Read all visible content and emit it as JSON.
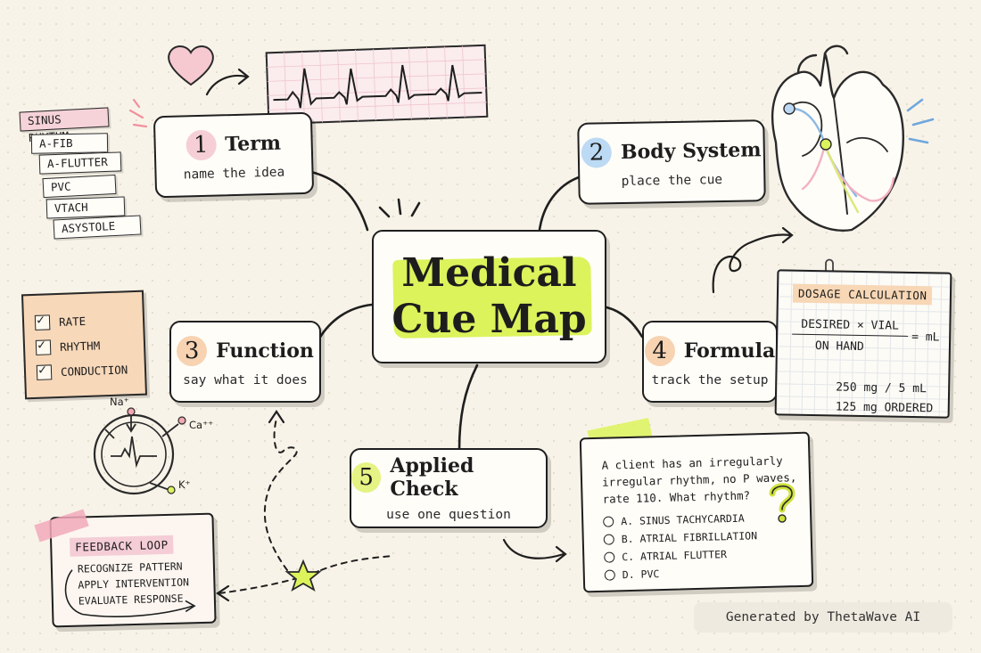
{
  "map": {
    "center_title_line1": "Medical",
    "center_title_line2": "Cue Map",
    "nodes": [
      {
        "num": "1",
        "title": "Term",
        "sub": "name the idea",
        "badge_color": "#f6cfd6"
      },
      {
        "num": "2",
        "title": "Body System",
        "sub": "place the cue",
        "badge_color": "#bcdaf4"
      },
      {
        "num": "3",
        "title": "Function",
        "sub": "say what it does",
        "badge_color": "#f7d3b2"
      },
      {
        "num": "4",
        "title": "Formula",
        "sub": "track the setup",
        "badge_color": "#f7d3b2"
      },
      {
        "num": "5",
        "title": "Applied Check",
        "sub": "use one question",
        "badge_color": "#e4f383"
      }
    ]
  },
  "rhythms": [
    "SINUS RHYTHM",
    "A-FIB",
    "A-FLUTTER",
    "PVC",
    "VTACH",
    "ASYSTOLE"
  ],
  "checklist": [
    "RATE",
    "RHYTHM",
    "CONDUCTION"
  ],
  "ions": {
    "na": "Na⁺",
    "ca": "Ca⁺⁺",
    "k": "K⁺"
  },
  "dosage": {
    "label": "DOSAGE CALCULATION",
    "numerator": "DESIRED × VIAL",
    "denominator": "ON HAND",
    "equals": "= mL",
    "line1": "250 mg / 5 mL",
    "line2": "125 mg ORDERED"
  },
  "feedback": {
    "label": "FEEDBACK LOOP",
    "items": [
      "RECOGNIZE PATTERN",
      "APPLY INTERVENTION",
      "EVALUATE RESPONSE"
    ]
  },
  "quiz": {
    "question": "A client has an irregularly irregular rhythm, no P waves, rate 110. What rhythm?",
    "options": [
      "A. SINUS TACHYCARDIA",
      "B. ATRIAL FIBRILLATION",
      "C. ATRIAL FLUTTER",
      "D. PVC"
    ]
  },
  "footer": "Generated by ThetaWave AI",
  "colors": {
    "highlight": "#dcf35c",
    "pink": "#f4cdd6",
    "peach": "#f7d7b5",
    "blue": "#bcdaf4",
    "ink": "#1f1f1f"
  },
  "icons": [
    "heart-icon",
    "ecg-strip",
    "heart-anatomy-illustration",
    "vial-icon",
    "star-icon",
    "question-mark-icon",
    "cell-icon"
  ]
}
